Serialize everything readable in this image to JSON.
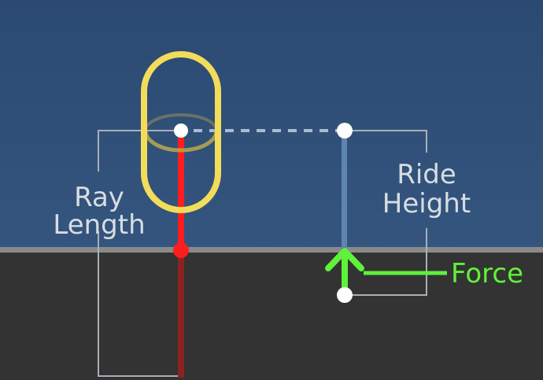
{
  "labels": {
    "ray_length_line1": "Ray",
    "ray_length_line2": "Length",
    "ride_height_line1": "Ride",
    "ride_height_line2": "Height",
    "force": "Force"
  },
  "colors": {
    "sky": "#2f5078",
    "ground": "#333333",
    "ground_edge": "#8a8a8a",
    "capsule": "#f3dc5a",
    "ray": "#ff1e1e",
    "ray_below_ground": "#8e2222",
    "ride_height_line": "#5f84ad",
    "force": "#5ff23a",
    "bracket": "#a8b0b8",
    "label_text": "#d8dde3",
    "point": "#ffffff"
  }
}
